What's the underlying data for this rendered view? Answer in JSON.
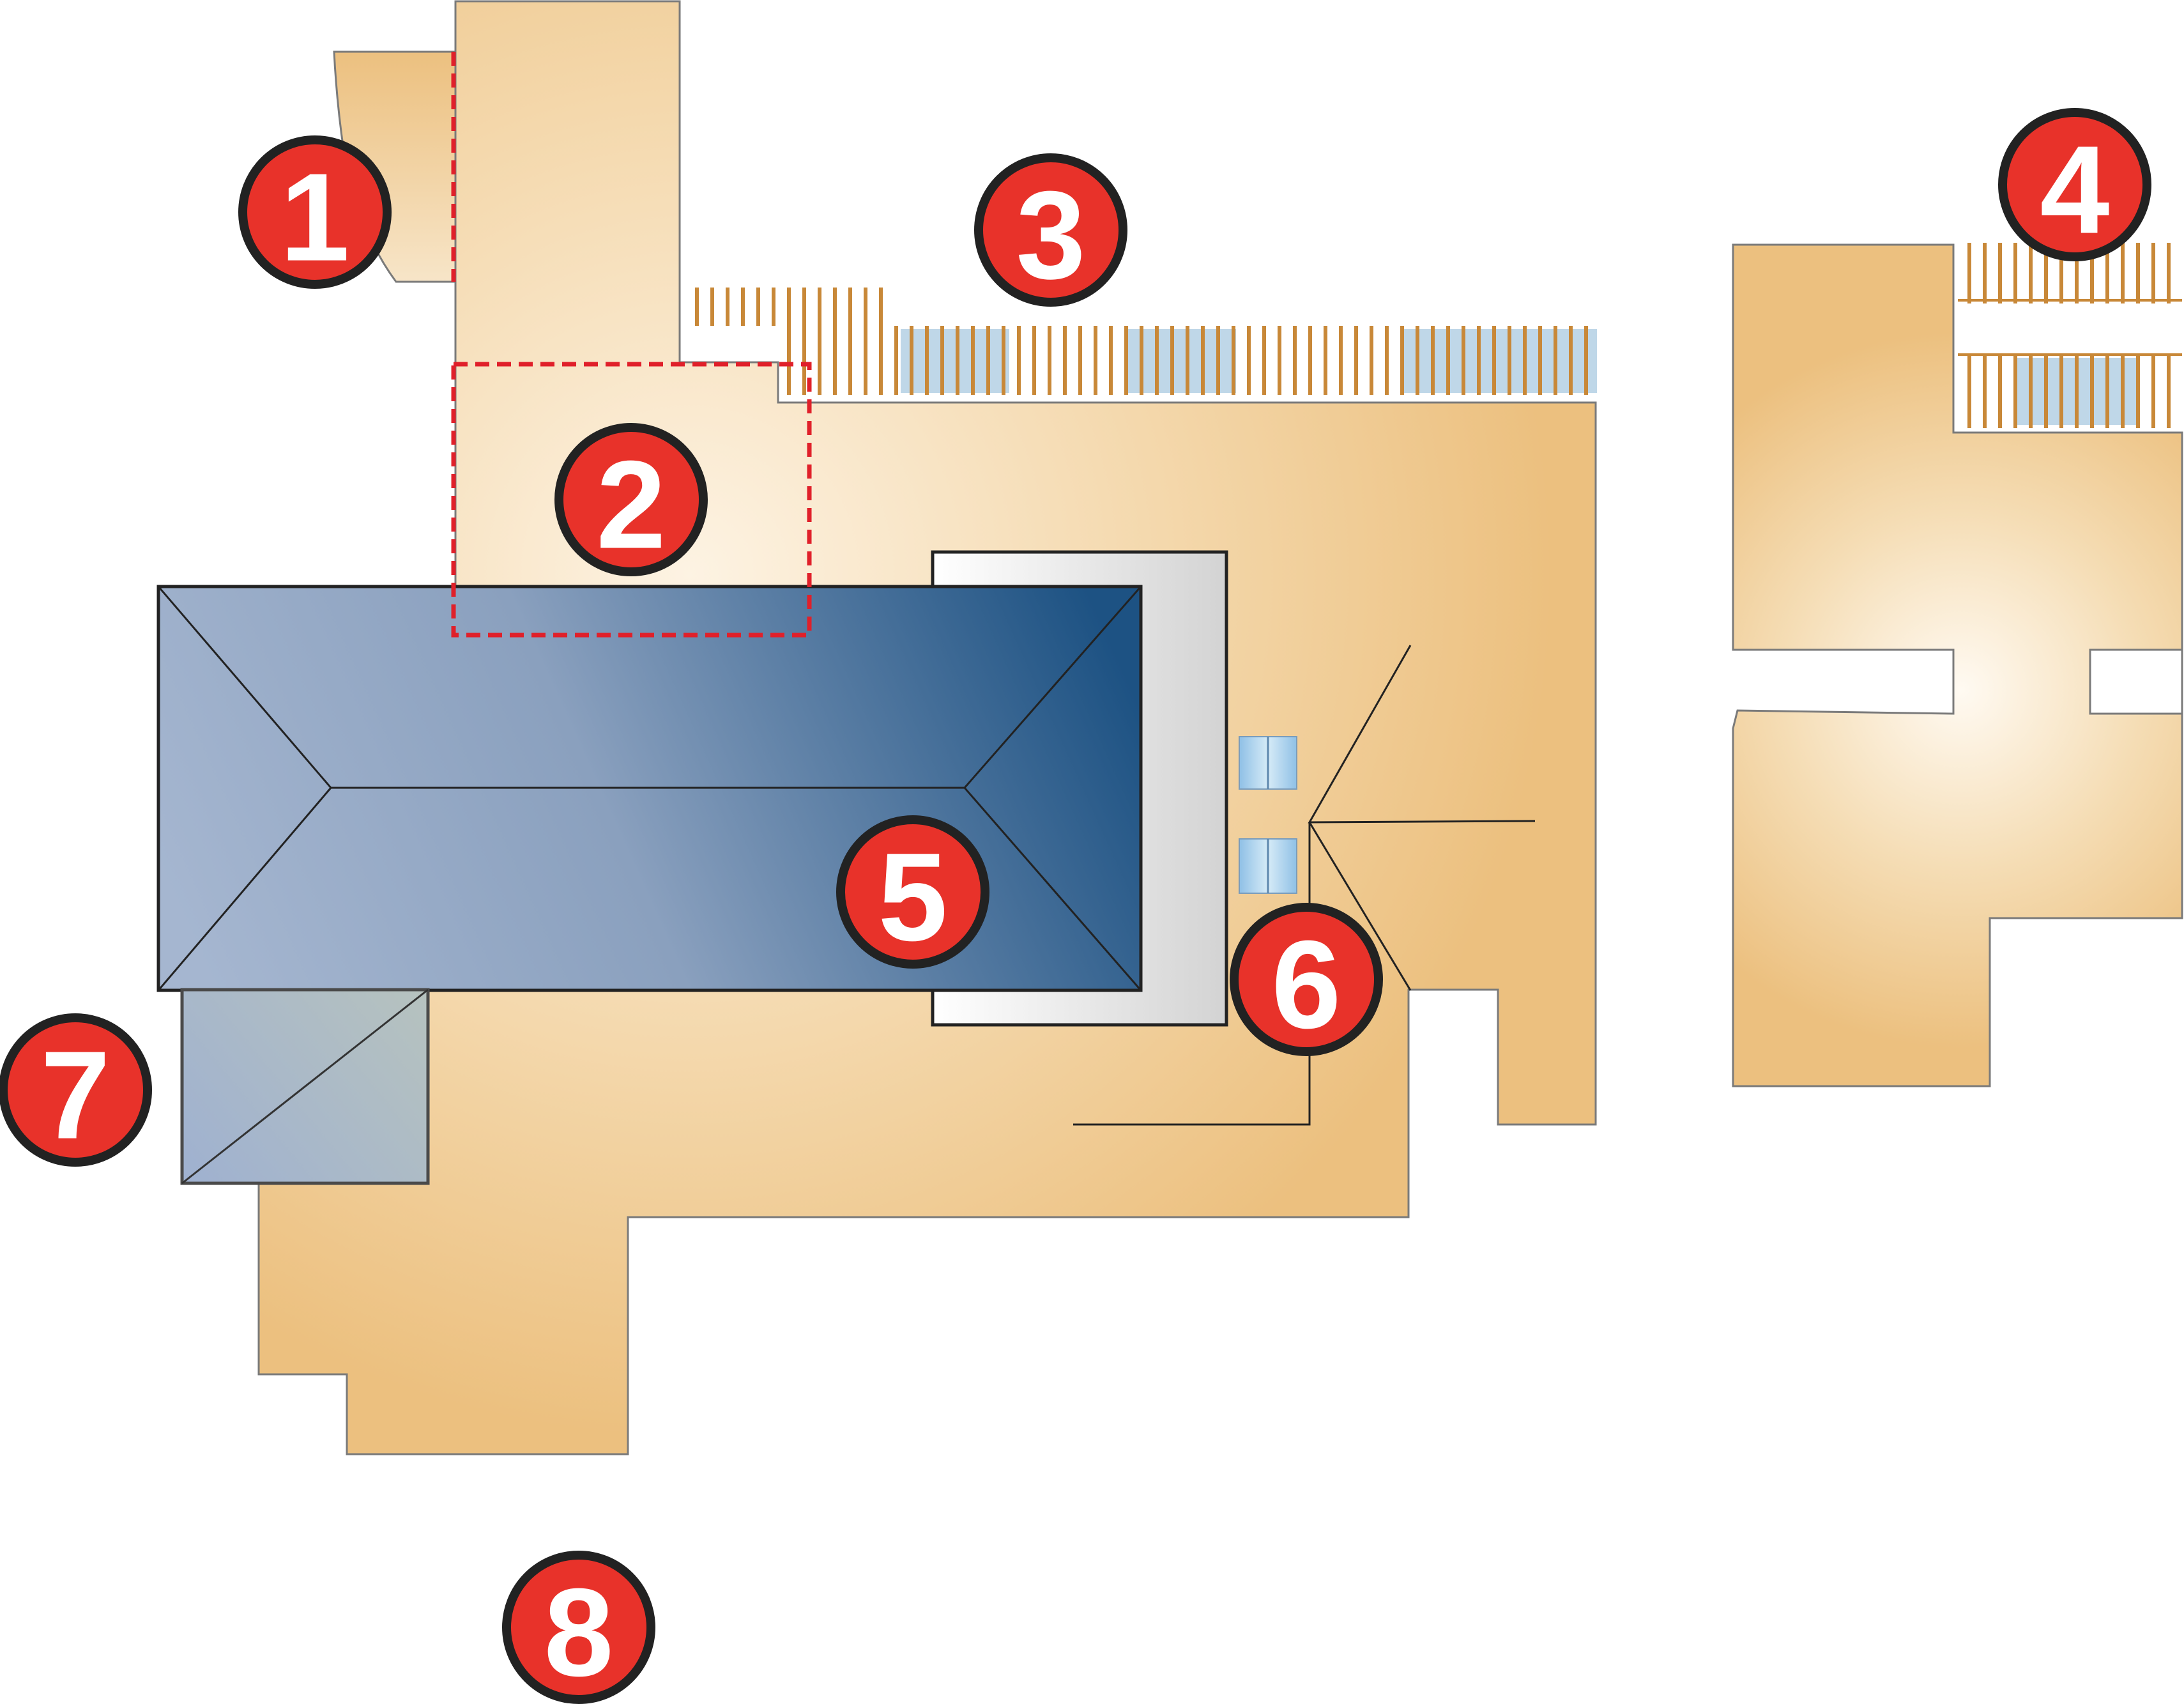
{
  "markers": [
    {
      "id": "1",
      "label": "1"
    },
    {
      "id": "2",
      "label": "2"
    },
    {
      "id": "3",
      "label": "3"
    },
    {
      "id": "4",
      "label": "4"
    },
    {
      "id": "5",
      "label": "5"
    },
    {
      "id": "6",
      "label": "6"
    },
    {
      "id": "7",
      "label": "7"
    },
    {
      "id": "8",
      "label": "8"
    }
  ],
  "colors": {
    "floor_light": "#fdf3e3",
    "floor_dark": "#ecc07f",
    "outline": "#7a7a7a",
    "roof_light": "#9fb1cc",
    "roof_dark": "#1d5283",
    "annex_roof": "#a7b8cd",
    "pool_frame": "#dcdcdc",
    "glass": "#a9c9e0",
    "railing": "#c58633",
    "marker_fill": "#e8322a",
    "marker_ring": "#222222",
    "dashed_outline": "#e0202a"
  }
}
